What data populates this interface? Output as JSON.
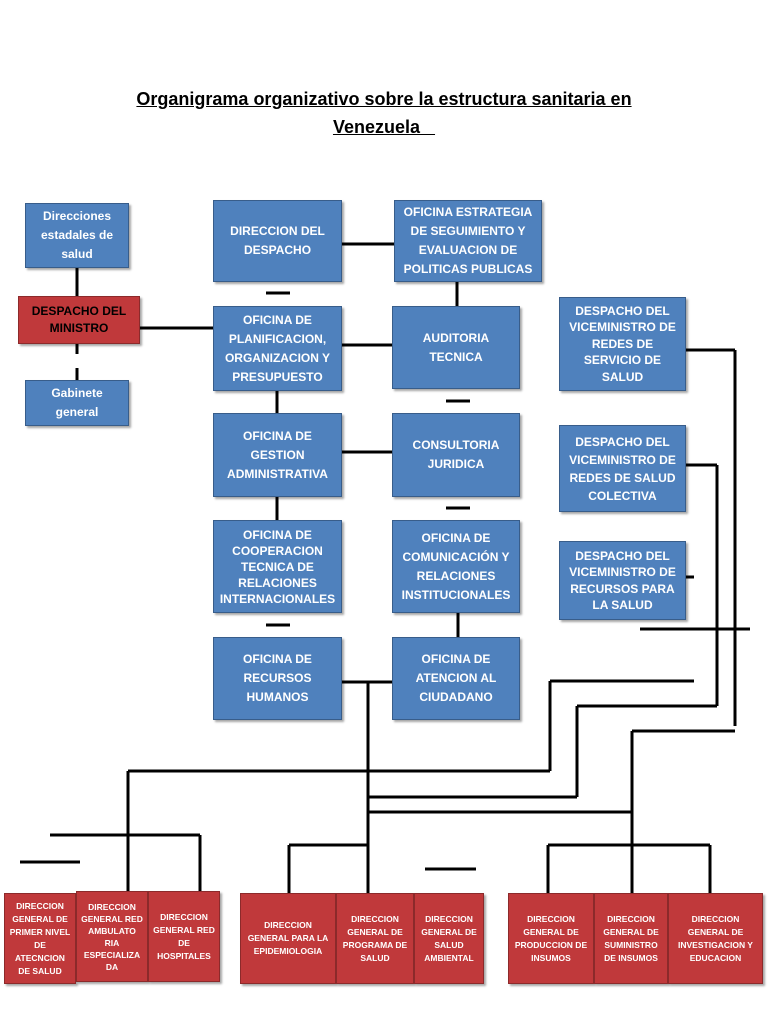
{
  "title": {
    "line1": "Organigrama organizativo sobre la estructura sanitaria en",
    "line2": "Venezuela"
  },
  "colors": {
    "blue": "#4f81bd",
    "red": "#c0393b",
    "line": "#000000"
  },
  "boxes": {
    "direcciones_estadales": "Direcciones estadales de salud",
    "despacho_ministro": "DESPACHO DEL MINISTRO",
    "gabinete_general": "Gabinete general",
    "direccion_despacho": "DIRECCION DEL DESPACHO",
    "oficina_estrategia": "OFICINA ESTRATEGIA DE SEGUIMIENTO Y EVALUACION DE POLITICAS PUBLICAS",
    "oficina_planificacion": "OFICINA DE PLANIFICACION, ORGANIZACION Y PRESUPUESTO",
    "auditoria_tecnica": "AUDITORIA TECNICA",
    "oficina_gestion": "OFICINA DE GESTION ADMINISTRATIVA",
    "consultoria_juridica": "CONSULTORIA JURIDICA",
    "oficina_cooperacion": "OFICINA DE COOPERACION TECNICA DE RELACIONES INTERNACIONALES",
    "oficina_comunicacion": "OFICINA DE COMUNICACIÓN Y RELACIONES INSTITUCIONALES",
    "oficina_recursos_humanos": "OFICINA DE RECURSOS HUMANOS",
    "oficina_atencion": "OFICINA DE ATENCION AL CIUDADANO",
    "vice_redes_servicio": "DESPACHO DEL VICEMINISTRO DE REDES DE SERVICIO DE SALUD",
    "vice_redes_colectiva": "DESPACHO DEL VICEMINISTRO DE REDES  DE SALUD COLECTIVA",
    "vice_recursos": "DESPACHO DEL VICEMINISTRO DE RECURSOS PARA LA SALUD",
    "dir_primer_nivel": "DIRECCION GENERAL DE PRIMER NIVEL DE ATECNCION DE SALUD",
    "dir_ambulatoria": "DIRECCION GENERAL RED AMBULATO RIA ESPECIALIZA DA",
    "dir_hospitales": "DIRECCION GENERAL RED DE HOSPITALES",
    "dir_epidemiologia": "DIRECCION GENERAL  PARA LA EPIDEMIOLOGIA",
    "dir_programa": "DIRECCION GENERAL DE PROGRAMA DE SALUD",
    "dir_ambiental": "DIRECCION GENERAL DE SALUD AMBIENTAL",
    "dir_produccion": "DIRECCION GENERAL DE PRODUCCION DE INSUMOS",
    "dir_suministro": "DIRECCION GENERAL DE SUMINISTRO DE INSUMOS",
    "dir_investigacion": "DIRECCION GENERAL DE INVESTIGACION Y EDUCACION"
  }
}
